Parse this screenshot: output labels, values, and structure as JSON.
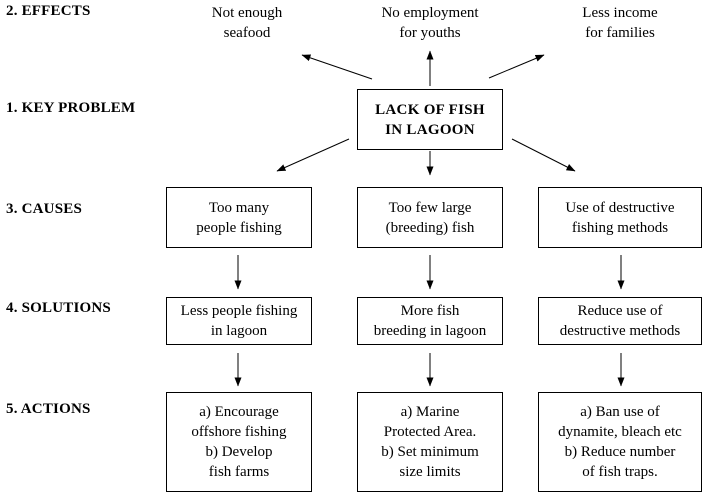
{
  "diagram": {
    "colors": {
      "background": "#ffffff",
      "line": "#000000",
      "text": "#000000"
    },
    "row_labels": [
      {
        "label": "2. EFFECTS"
      },
      {
        "label": "1. KEY PROBLEM"
      },
      {
        "label": "3. CAUSES"
      },
      {
        "label": "4. SOLUTIONS"
      },
      {
        "label": "5. ACTIONS"
      }
    ],
    "effects": [
      {
        "lines": [
          "Not enough",
          "seafood"
        ]
      },
      {
        "lines": [
          "No employment",
          "for youths"
        ]
      },
      {
        "lines": [
          "Less income",
          "for families"
        ]
      }
    ],
    "key_problem": {
      "lines": [
        "LACK OF FISH",
        "IN LAGOON"
      ]
    },
    "causes": [
      {
        "lines": [
          "Too many",
          "people fishing"
        ]
      },
      {
        "lines": [
          "Too few large",
          "(breeding) fish"
        ]
      },
      {
        "lines": [
          "Use of destructive",
          "fishing methods"
        ]
      }
    ],
    "solutions": [
      {
        "lines": [
          "Less people fishing",
          "in lagoon"
        ]
      },
      {
        "lines": [
          "More fish",
          "breeding in lagoon"
        ]
      },
      {
        "lines": [
          "Reduce use of",
          "destructive methods"
        ]
      }
    ],
    "actions": [
      {
        "lines": [
          "a) Encourage",
          "offshore fishing",
          "b) Develop",
          "fish farms"
        ]
      },
      {
        "lines": [
          "a) Marine",
          "Protected Area.",
          "b) Set minimum",
          "size limits"
        ]
      },
      {
        "lines": [
          "a) Ban use of",
          "dynamite, bleach etc",
          "b) Reduce number",
          "of fish traps."
        ]
      }
    ]
  }
}
